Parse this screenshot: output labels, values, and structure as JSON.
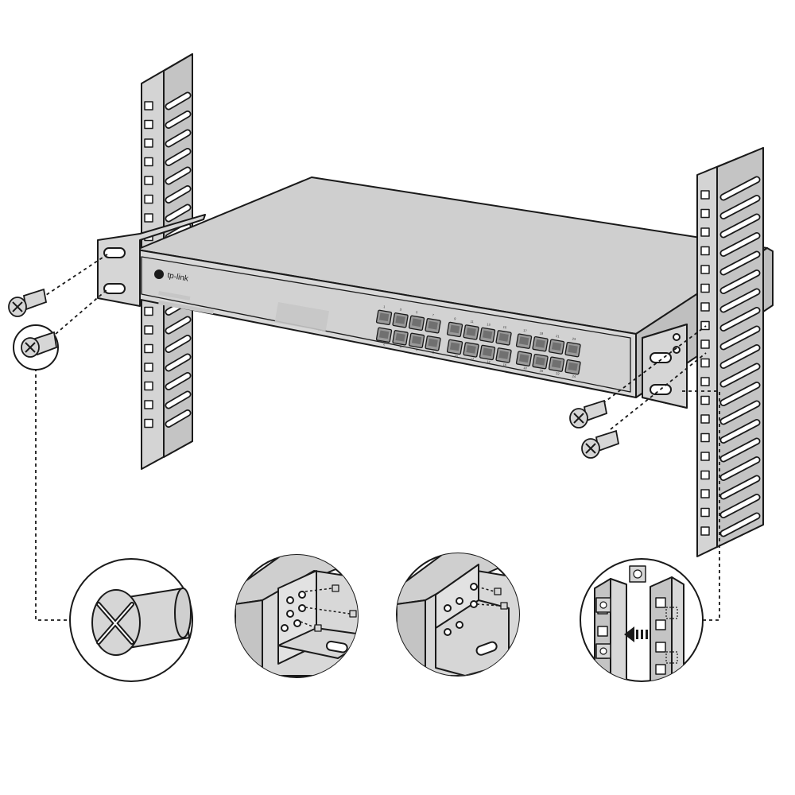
{
  "brand": {
    "logo_text": "tp-link",
    "logo_icon": "tp-link-logo-icon"
  },
  "switch": {
    "port_count": 24,
    "port_numbers_top": [
      "1",
      "3",
      "5",
      "7",
      "9",
      "11",
      "13",
      "15",
      "17",
      "19",
      "21",
      "23"
    ],
    "port_numbers_bottom": [
      "2",
      "4",
      "6",
      "8",
      "10",
      "12",
      "14",
      "16",
      "18",
      "20",
      "22",
      "24"
    ]
  },
  "colors": {
    "metal_fill": "#d4d4d4",
    "metal_dark": "#b8b8b8",
    "outline": "#1a1a1a",
    "background": "#ffffff"
  },
  "icons": {
    "screw": "phillips-screw-icon",
    "arrow": "insert-arrow-icon",
    "cage_nut": "cage-nut-icon"
  },
  "detail_views": [
    {
      "name": "screw-closeup"
    },
    {
      "name": "bracket-front-attach"
    },
    {
      "name": "bracket-side-attach"
    },
    {
      "name": "cage-nut-install"
    }
  ]
}
